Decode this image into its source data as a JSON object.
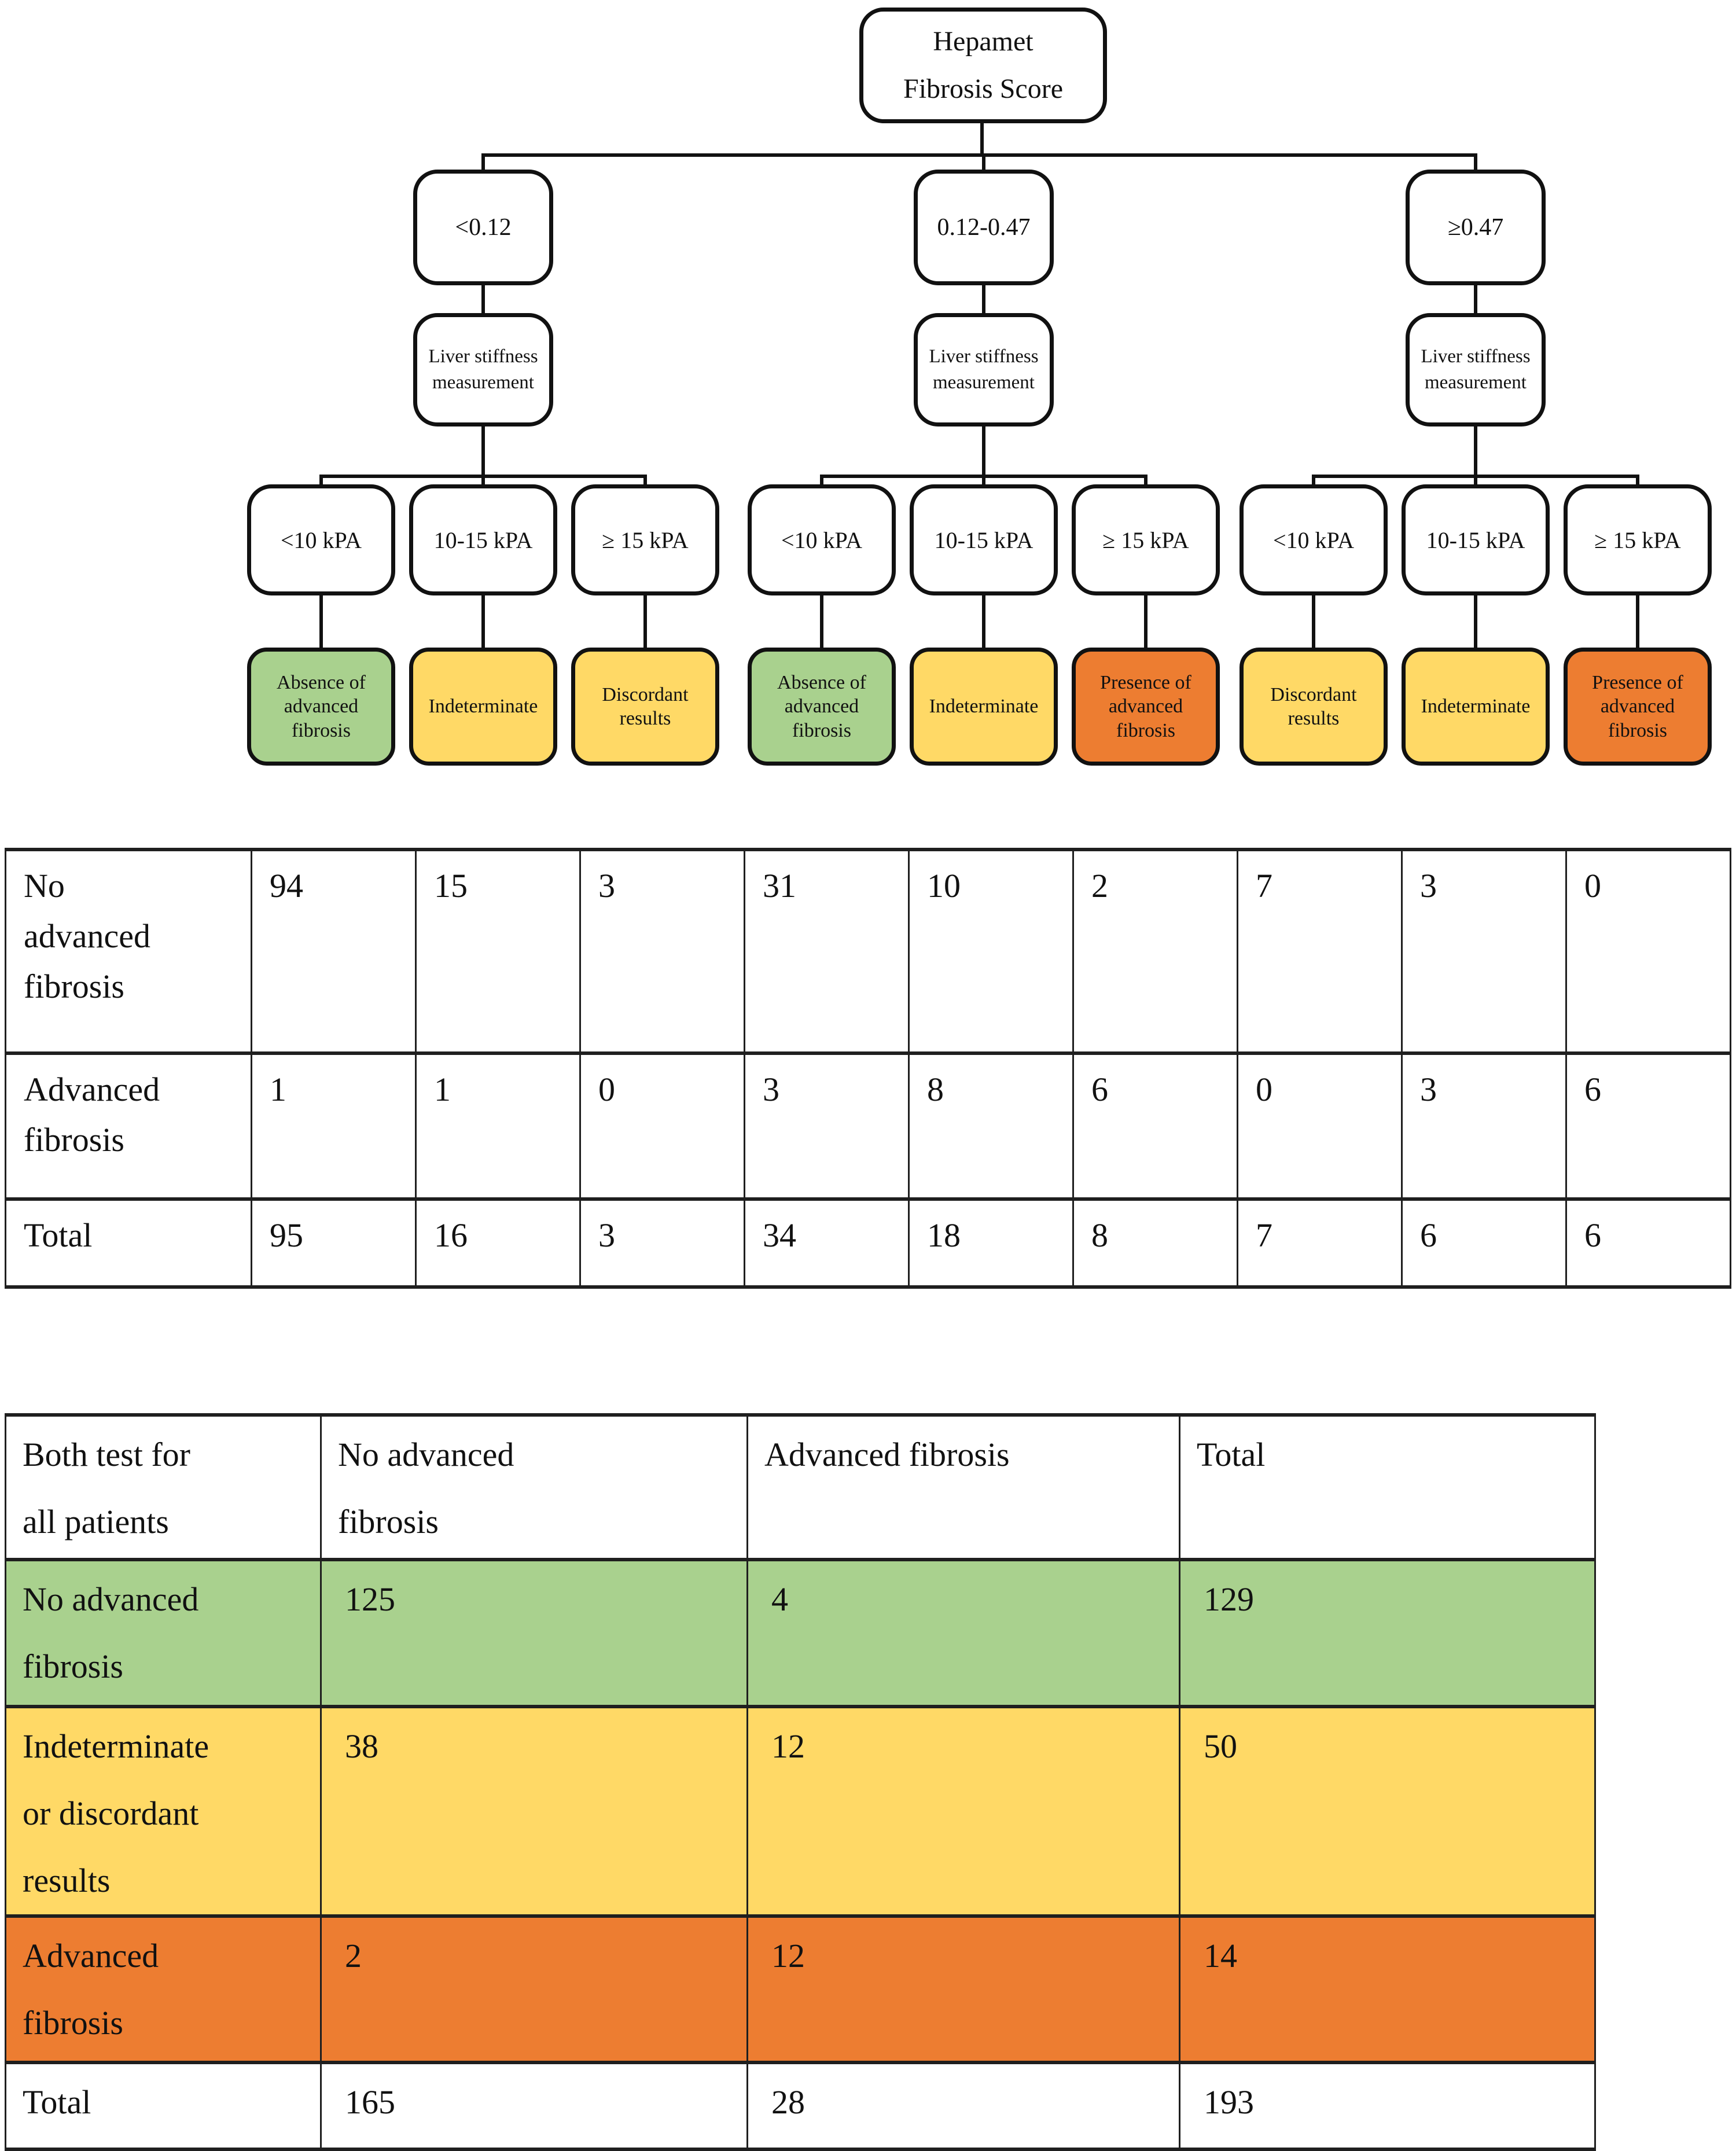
{
  "tree": {
    "root_label": "Hepamet\nFibrosis Score",
    "measurement_label": "Liver stiffness\nmeasurement",
    "branches": [
      {
        "score_range": "<0.12",
        "leaves": [
          {
            "kpa": "<10 kPA",
            "outcome": "Absence of\nadvanced\nfibrosis",
            "tone": "green",
            "color": "#A9D18E"
          },
          {
            "kpa": "10-15 kPA",
            "outcome": "Indeterminate",
            "tone": "yellow",
            "color": "#FFD966"
          },
          {
            "kpa": "≥ 15 kPA",
            "outcome": "Discordant\nresults",
            "tone": "yellow",
            "color": "#FFD966"
          }
        ]
      },
      {
        "score_range": "0.12-0.47",
        "leaves": [
          {
            "kpa": "<10 kPA",
            "outcome": "Absence of\nadvanced\nfibrosis",
            "tone": "green",
            "color": "#A9D18E"
          },
          {
            "kpa": "10-15 kPA",
            "outcome": "Indeterminate",
            "tone": "yellow",
            "color": "#FFD966"
          },
          {
            "kpa": "≥ 15 kPA",
            "outcome": "Presence of\nadvanced\nfibrosis",
            "tone": "orange",
            "color": "#ED7D31"
          }
        ]
      },
      {
        "score_range": "≥0.47",
        "leaves": [
          {
            "kpa": "<10 kPA",
            "outcome": "Discordant\nresults",
            "tone": "yellow",
            "color": "#FFD966"
          },
          {
            "kpa": "10-15 kPA",
            "outcome": "Indeterminate",
            "tone": "yellow",
            "color": "#FFD966"
          },
          {
            "kpa": "≥ 15 kPA",
            "outcome": "Presence of\nadvanced\nfibrosis",
            "tone": "orange",
            "color": "#ED7D31"
          }
        ]
      }
    ]
  },
  "counts_table": {
    "rows": [
      {
        "label": "No\nadvanced\nfibrosis",
        "values": [
          "94",
          "15",
          "3",
          "31",
          "10",
          "2",
          "7",
          "3",
          "0"
        ]
      },
      {
        "label": "Advanced\nfibrosis",
        "values": [
          "1",
          "1",
          "0",
          "3",
          "8",
          "6",
          "0",
          "3",
          "6"
        ]
      },
      {
        "label": "Total",
        "values": [
          "95",
          "16",
          "3",
          "34",
          "18",
          "8",
          "7",
          "6",
          "6"
        ]
      }
    ]
  },
  "summary_table": {
    "headers": [
      "Both test for\nall patients",
      "No advanced\nfibrosis",
      "Advanced fibrosis",
      "Total"
    ],
    "rows": [
      {
        "label": "No advanced\nfibrosis",
        "values": [
          "125",
          "4",
          "129"
        ],
        "tone": "green",
        "color": "#A9D18E"
      },
      {
        "label": "Indeterminate\nor discordant\nresults",
        "values": [
          "38",
          "12",
          "50"
        ],
        "tone": "yellow",
        "color": "#FFD966"
      },
      {
        "label": "Advanced\nfibrosis",
        "values": [
          "2",
          "12",
          "14"
        ],
        "tone": "orange",
        "color": "#ED7D31"
      },
      {
        "label": "Total",
        "values": [
          "165",
          "28",
          "193"
        ],
        "tone": "white",
        "color": "#FFFFFF"
      }
    ]
  },
  "colors": {
    "green": "#A9D18E",
    "yellow": "#FFD966",
    "orange": "#ED7D31",
    "line": "#111111"
  }
}
